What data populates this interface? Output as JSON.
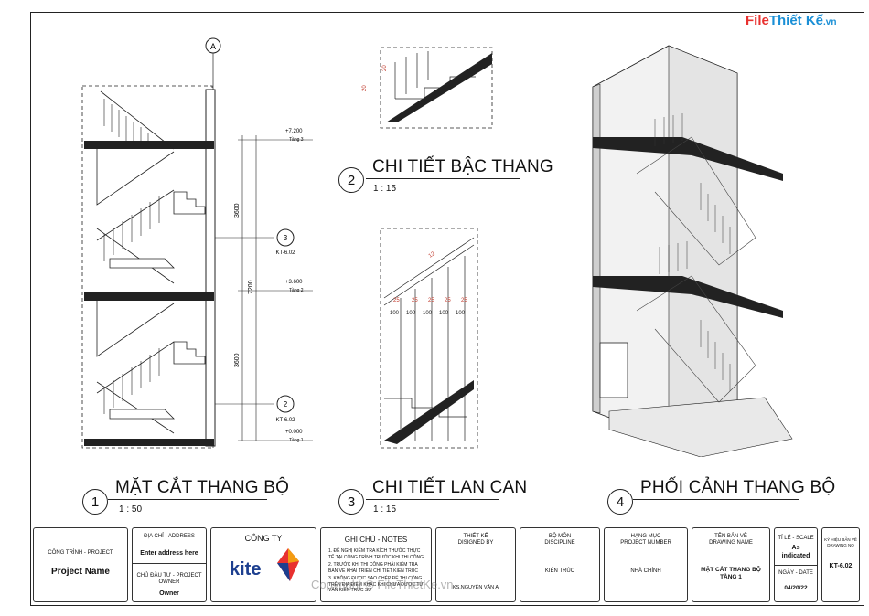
{
  "site_logo": {
    "brand": "File",
    "text": "Thiết Kế",
    "tld": ".vn"
  },
  "watermark": "Copyright © FileThietKe.vn",
  "views": [
    {
      "num": "1",
      "title": "MẶT CẮT THANG BỘ",
      "scale": "1 : 50"
    },
    {
      "num": "2",
      "title": "CHI TIẾT BẬC THANG",
      "scale": "1 : 15"
    },
    {
      "num": "3",
      "title": "CHI TIẾT LAN CAN",
      "scale": "1 : 15"
    },
    {
      "num": "4",
      "title": "PHỐI CẢNH THANG BỘ",
      "scale": ""
    }
  ],
  "section": {
    "grid": "A",
    "levels": [
      {
        "elev": "+7.200",
        "name": "Tầng 3"
      },
      {
        "elev": "+3.600",
        "name": "Tầng 2"
      },
      {
        "elev": "+0.000",
        "name": "Tầng 1"
      }
    ],
    "dims": {
      "upper": "3600",
      "total": "7200",
      "lower": "3600"
    },
    "callouts": [
      {
        "num": "3",
        "sheet": "KT-6.02"
      },
      {
        "num": "2",
        "sheet": "KT-6.02"
      }
    ]
  },
  "detail_step": {
    "dim1": "20",
    "dim2": "20"
  },
  "detail_rail": {
    "top_dim": "12",
    "top_row": [
      "25",
      "25",
      "25",
      "25",
      "25"
    ],
    "bottom_row": [
      "100",
      "100",
      "100",
      "100",
      "100"
    ]
  },
  "title_block": {
    "project_label": "CÔNG TRÌNH - PROJECT",
    "project_value": "Project Name",
    "address_label": "ĐỊA CHỈ - ADDRESS",
    "address_value": "Enter address here",
    "owner_label": "CHỦ ĐẦU TƯ - PROJECT OWNER",
    "owner_value": "Owner",
    "company_label": "CÔNG TY",
    "company_logo": "kite",
    "notes_title": "GHI CHÚ - NOTES",
    "notes": [
      "1. ĐỀ NGHỊ KIỂM TRA KÍCH THƯỚC THỰC TẾ TẠI CÔNG TRÌNH TRƯỚC KHI THI CÔNG",
      "2. TRƯỚC KHI THI CÔNG PHẢI KIỂM TRA BẢN VẼ KHAI TRIỂN CHI TIẾT KIẾN TRÚC",
      "3. KHÔNG ĐƯỢC SAO CHÉP ĐỂ THI CÔNG TRÊN ĐỊA ĐIỂM KHÁC KHI CHƯA ĐƯỢC TƯ VẤN KIẾN TRÚC SƯ"
    ],
    "designer_label": "THIẾT KẾ\nDISIGNED BY",
    "designer_value": "KS.NGUYỄN VĂN A",
    "discipline_label": "BỘ MÔN\nDISCIPLINE",
    "discipline_value": "KIẾN TRÚC",
    "project_number_label": "HẠNG MỤC\nPROJECT NUMBER",
    "project_number_value": "NHÀ CHÍNH",
    "drawing_name_label": "TÊN BẢN VẼ\nDRAWING NAME",
    "drawing_name_value": "MẶT CẮT THANG BỘ\nTẦNG 1",
    "scale_label": "TỈ LỆ - SCALE",
    "scale_value": "As\nindicated",
    "date_label": "NGÀY - DATE",
    "date_value": "04/20/22",
    "sheet_label": "KÝ HIỆU BẢN VẼ\nDRAWING NO",
    "sheet_value": "KT-6.02"
  },
  "colors": {
    "line": "#111111",
    "dim_red": "#c0392b",
    "logo_blue": "#1a8fd6",
    "logo_red": "#e8312f",
    "kite_blue": "#1d3f8f"
  }
}
